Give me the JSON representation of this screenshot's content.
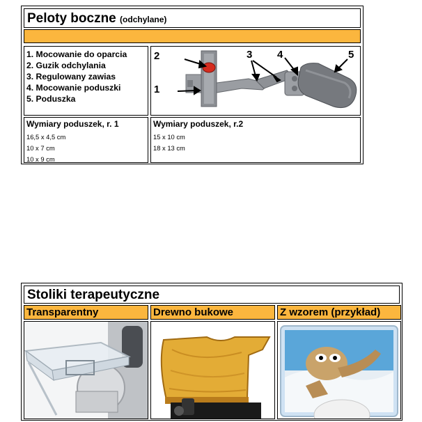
{
  "section1": {
    "title": "Peloty boczne",
    "subtitle": "(odchylane)",
    "parts": [
      "1. Mocowanie do oparcia",
      "2. Guzik odchylania",
      "3. Regulowany zawias",
      "4. Mocowanie poduszki",
      "5. Poduszka"
    ],
    "callouts": [
      "1",
      "2",
      "3",
      "4",
      "5"
    ],
    "dims1": {
      "heading": "Wymiary poduszek, r. 1",
      "values": [
        "16,5 x 4,5 cm",
        "10 x 7 cm",
        "10 x 9 cm"
      ]
    },
    "dims2": {
      "heading": "Wymiary poduszek, r.2",
      "values": [
        "15 x 10 cm",
        "18 x 13 cm"
      ]
    }
  },
  "section2": {
    "title": "Stoliki terapeutyczne",
    "columns": [
      {
        "label": "Transparentny"
      },
      {
        "label": "Drewno bukowe"
      },
      {
        "label": "Z wzorem (przykład)"
      }
    ]
  },
  "colors": {
    "accent_orange": "#fbb63e",
    "border": "#000000",
    "button_red": "#d62c1f"
  }
}
